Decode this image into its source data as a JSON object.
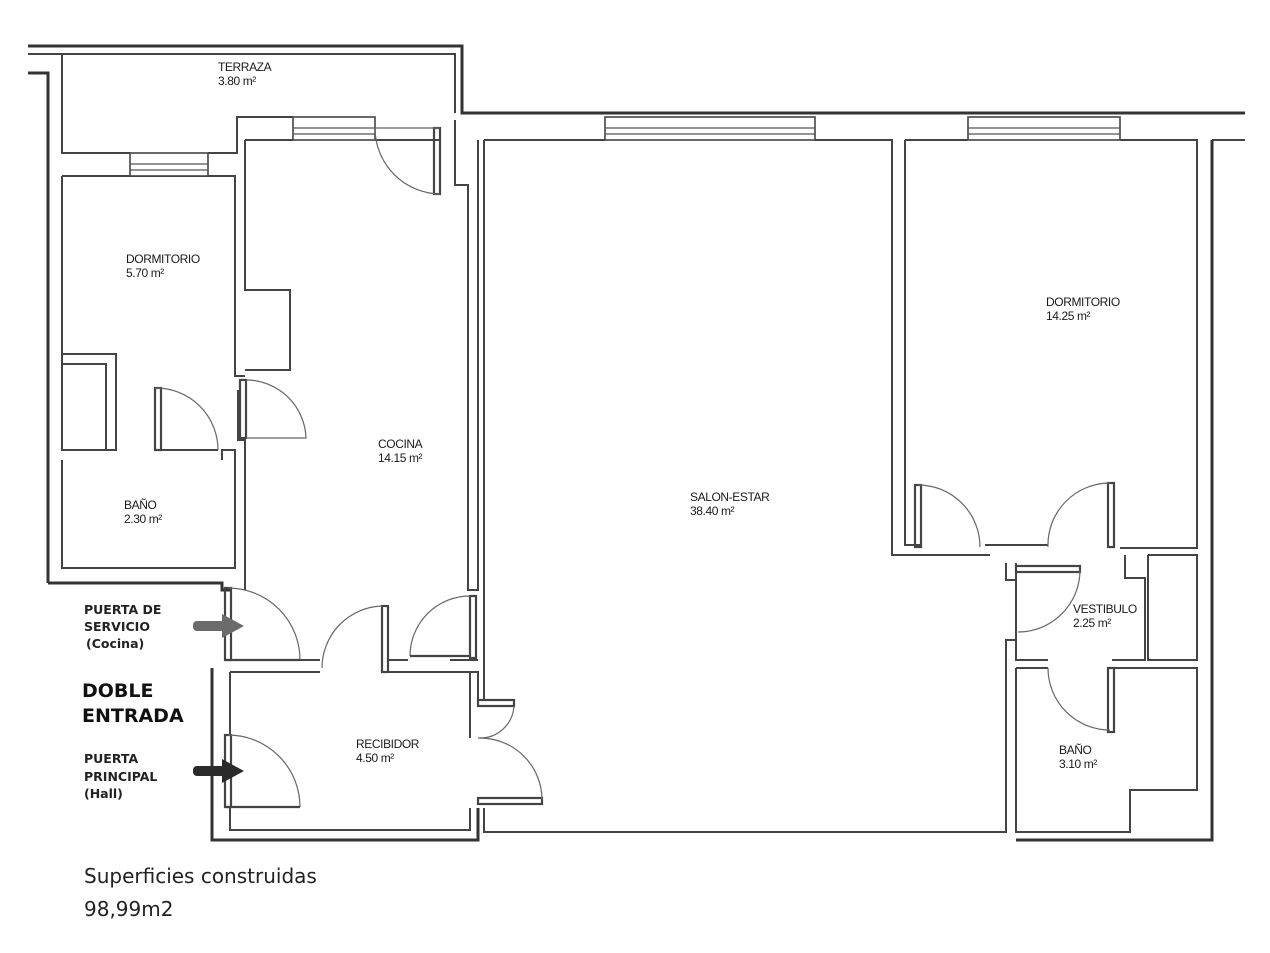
{
  "rooms": {
    "terraza": {
      "name": "TERRAZA",
      "area": "3.80 m²"
    },
    "dormitorio_small": {
      "name": "DORMITORIO",
      "area": "5.70 m²"
    },
    "bano_small": {
      "name": "BAÑO",
      "area": "2.30 m²"
    },
    "cocina": {
      "name": "COCINA",
      "area": "14.15 m²"
    },
    "recibidor": {
      "name": "RECIBIDOR",
      "area": "4.50 m²"
    },
    "salon": {
      "name": "SALON-ESTAR",
      "area": "38.40 m²"
    },
    "dormitorio_large": {
      "name": "DORMITORIO",
      "area": "14.25 m²"
    },
    "vestibulo": {
      "name": "VESTIBULO",
      "area": "2.25 m²"
    },
    "bano_large": {
      "name": "BAÑO",
      "area": "3.10 m²"
    }
  },
  "annotations": {
    "service_door": {
      "line1": "PUERTA DE",
      "line2": "SERVICIO",
      "line3": "(Cocina)"
    },
    "double_entry": {
      "line1": "DOBLE",
      "line2": "ENTRADA"
    },
    "main_door": {
      "line1": "PUERTA",
      "line2": "PRINCIPAL",
      "line3": "(Hall)"
    },
    "service_arrow_color": "#6b6b6b",
    "main_arrow_color": "#2b2b2b"
  },
  "footer": {
    "line1": "Superficies construidas",
    "line2": "98,99m2"
  }
}
